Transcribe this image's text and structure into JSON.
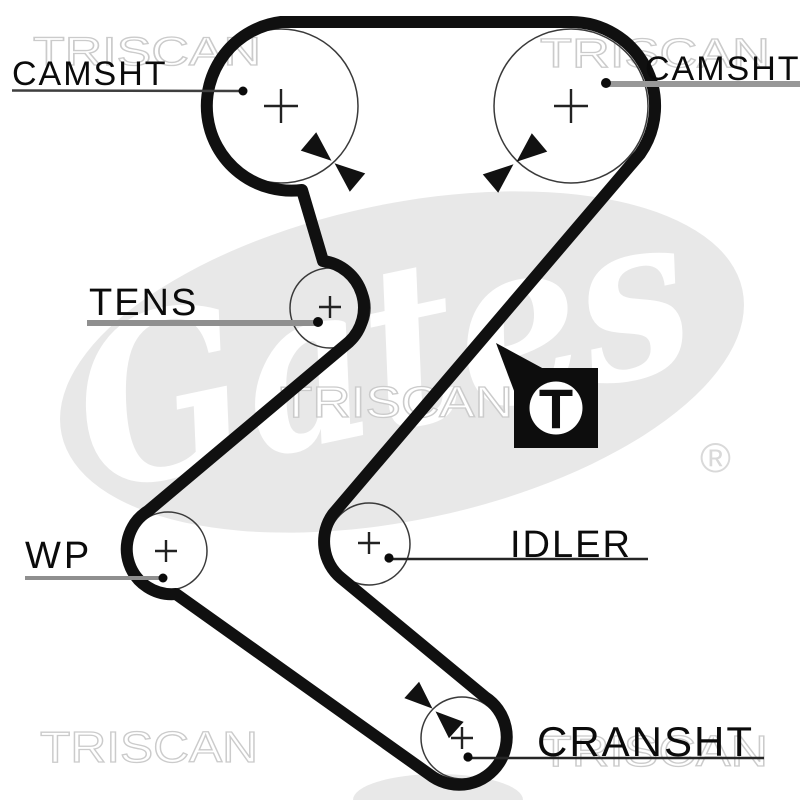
{
  "diagram": {
    "watermarks": {
      "brand_script": "Gates",
      "registered_symbol": "®",
      "tiled_text": "TRISCAN"
    },
    "labels": {
      "camshaft_left": "CAMSHT",
      "camshaft_right": "CAMSHT",
      "tensioner": "TENS",
      "water_pump": "WP",
      "idler": "IDLER",
      "crankshaft": "CRANSHT"
    },
    "timing_marker": {
      "glyph": "T"
    },
    "colors": {
      "belt": "#101010",
      "label_text": "#0b0b0b",
      "leader_dark": "#3f3f3f",
      "leader_gray": "#989898",
      "pulley_outline": "#3a3a3a",
      "watermark_fill": "#e8e8e8",
      "watermark_outline": "#cbcbcb"
    }
  }
}
